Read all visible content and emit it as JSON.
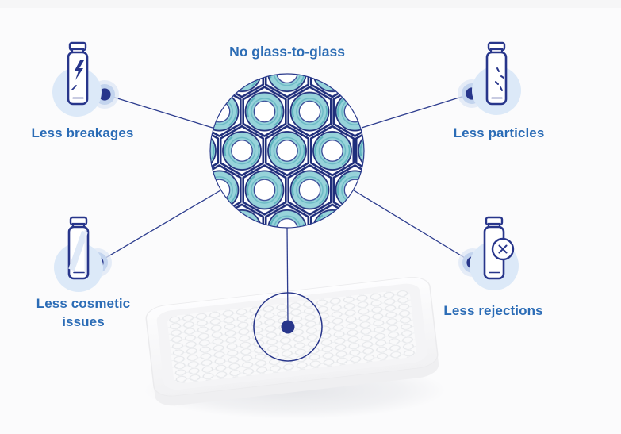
{
  "diagram": {
    "title": "No glass-to-glass",
    "callouts": [
      {
        "id": "breakages",
        "label": "Less breakages",
        "icon": "vial-crack-icon"
      },
      {
        "id": "particles",
        "label": "Less particles",
        "icon": "vial-particles-icon"
      },
      {
        "id": "cosmetic",
        "label": "Less cosmetic issues",
        "icon": "vial-sheen-icon"
      },
      {
        "id": "rejections",
        "label": "Less rejections",
        "icon": "vial-rejected-icon"
      }
    ],
    "center_view": "magnified-honeycomb-of-vials",
    "tray": "white-vial-tray",
    "colors": {
      "label_text": "#2b6cb6",
      "line_navy": "#2c3c8e",
      "dot_navy": "#28368b",
      "vial_teal": "#97d3da",
      "icon_bg_blue": "#dce9f8",
      "halo_blue": "#c3d4ee",
      "background": "#fbfbfc"
    }
  }
}
